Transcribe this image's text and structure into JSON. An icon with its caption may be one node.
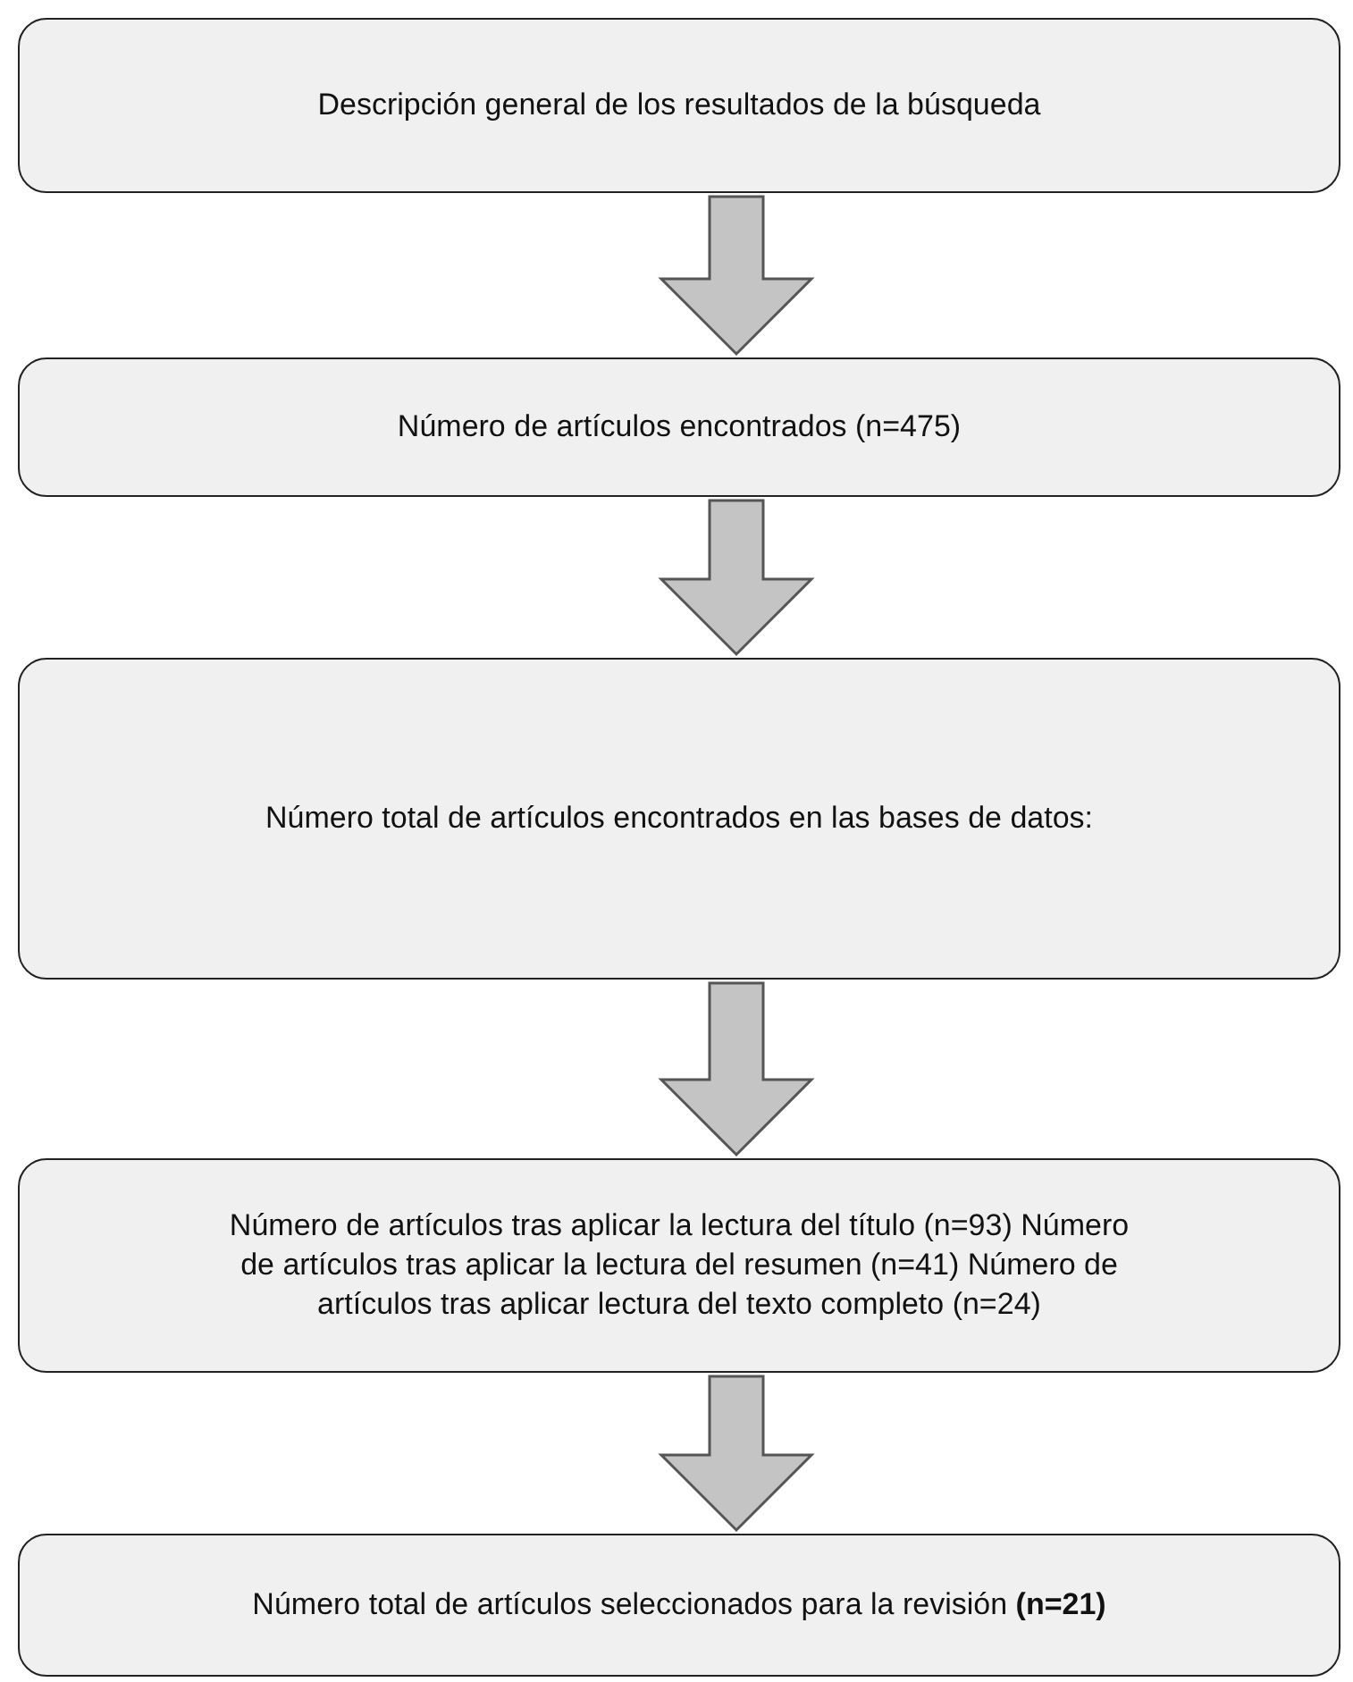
{
  "diagram": {
    "nodes": [
      {
        "text": [
          "Descripción general de los resultados de la búsqueda"
        ]
      },
      {
        "text": [
          "Número de artículos encontrados (n=475)"
        ]
      },
      {
        "text": [
          "Número total de artículos encontrados en las bases de datos:"
        ]
      },
      {
        "text": [
          "Número de artículos tras aplicar la lectura del título (n=93) Número de artículos tras aplicar la lectura del resumen (n=41) Número de artículos tras aplicar lectura del texto completo (n=24)"
        ]
      },
      {
        "text": [
          "Número total de artículos seleccionados para la revisión **(n=21)**"
        ]
      }
    ],
    "edges": [
      {
        "from": 0,
        "to": 1,
        "arrow": "to"
      },
      {
        "from": 1,
        "to": 2,
        "arrow": "to"
      },
      {
        "from": 2,
        "to": 3,
        "arrow": "to"
      },
      {
        "from": 3,
        "to": 4,
        "arrow": "to"
      }
    ]
  }
}
